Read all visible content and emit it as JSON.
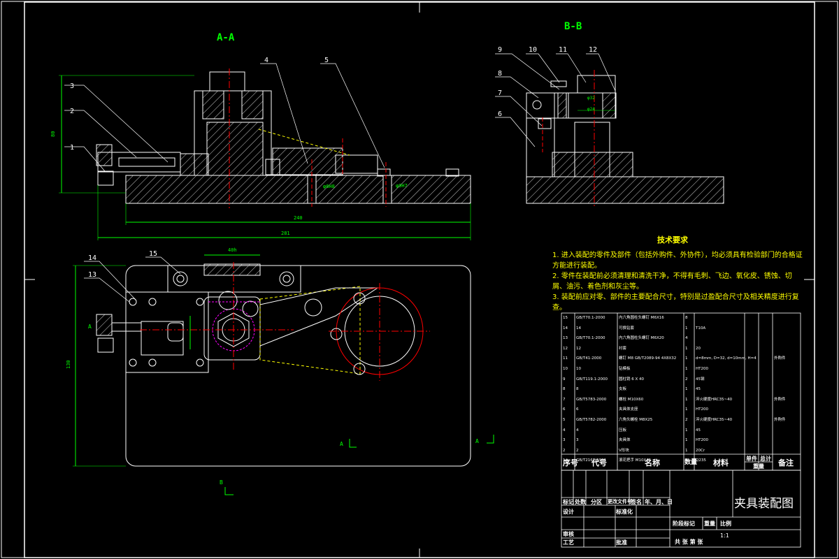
{
  "views": {
    "aa": "A-A",
    "bb": "B-B"
  },
  "dims": {
    "height": "80",
    "width_inner": "240",
    "width_total": "281",
    "width_side": "130",
    "top_small": "40h",
    "fit1": "φ6H8",
    "fit2": "φ9H7",
    "fit3": "φ32",
    "fit4": "φ24"
  },
  "balloons": [
    "1",
    "2",
    "3",
    "4",
    "5",
    "6",
    "7",
    "8",
    "9",
    "10",
    "11",
    "12",
    "13",
    "14",
    "15"
  ],
  "section_marks": {
    "a": "A",
    "b": "B"
  },
  "tech_req": {
    "title": "技术要求",
    "items": [
      "1. 进入装配的零件及部件（包括外购件、外协件），均必须具有检验部门的合格证方能进行装配。",
      "2. 零件在装配前必须清理和清洗干净，不得有毛刺、飞边、氧化皮、锈蚀、切屑、油污、着色剂和灰尘等。",
      "3. 装配前应对零、部件的主要配合尺寸，特别是过盈配合尺寸及相关精度进行复查。"
    ]
  },
  "bom": [
    {
      "no": "15",
      "code": "GB/T70.1-2000",
      "name": "内六角圆柱头螺钉 M6X16",
      "qty": "8",
      "mat": "",
      "note": ""
    },
    {
      "no": "14",
      "code": "14",
      "name": "可换钻套",
      "qty": "1",
      "mat": "T10A",
      "note": ""
    },
    {
      "no": "13",
      "code": "GB/T70.1-2000",
      "name": "内六角圆柱头螺钉 M6X20",
      "qty": "4",
      "mat": "",
      "note": ""
    },
    {
      "no": "12",
      "code": "12",
      "name": "衬套",
      "qty": "1",
      "mat": "20",
      "note": ""
    },
    {
      "no": "11",
      "code": "GB/T41-2000",
      "name": "螺钉 M8 GB/T2089-94 4X8X32",
      "qty": "1",
      "mat": "d=8mm, D=32, d=10mm, H=4",
      "note": "外购件"
    },
    {
      "no": "10",
      "code": "10",
      "name": "钻模板",
      "qty": "1",
      "mat": "HT200",
      "note": ""
    },
    {
      "no": "9",
      "code": "GB/T119.1-2000",
      "name": "圆柱销 6 X 40",
      "qty": "2",
      "mat": "45钢",
      "note": ""
    },
    {
      "no": "8",
      "code": "8",
      "name": "支板",
      "qty": "1",
      "mat": "45",
      "note": ""
    },
    {
      "no": "7",
      "code": "GB/T5783-2000",
      "name": "螺栓 M10X60",
      "qty": "1",
      "mat": "淬火硬度HRC35~40",
      "note": "外购件"
    },
    {
      "no": "6",
      "code": "6",
      "name": "夹具体支座",
      "qty": "1",
      "mat": "HT200",
      "note": ""
    },
    {
      "no": "5",
      "code": "GB/T5782-2000",
      "name": "六角头螺栓 M8X25",
      "qty": "2",
      "mat": "淬火硬度HRC35~40",
      "note": "外购件"
    },
    {
      "no": "4",
      "code": "4",
      "name": "压板",
      "qty": "1",
      "mat": "45",
      "note": ""
    },
    {
      "no": "3",
      "code": "3",
      "name": "夹具体",
      "qty": "1",
      "mat": "HT200",
      "note": ""
    },
    {
      "no": "2",
      "code": "2",
      "name": "V形块",
      "qty": "1",
      "mat": "20Cr",
      "note": ""
    },
    {
      "no": "1",
      "code": "GB/T2162-1991",
      "name": "滚花把手 M10X45",
      "qty": "1",
      "mat": "Q235",
      "note": ""
    }
  ],
  "bom_header": {
    "no": "序号",
    "code": "代号",
    "name": "名称",
    "qty": "数量",
    "mat": "材料",
    "weight_single": "单件",
    "weight_total": "总计",
    "weight": "重量",
    "note": "备注"
  },
  "title_block": {
    "drawing_name": "夹具装配图",
    "mark": "标记",
    "count": "处数",
    "zone": "分区",
    "change_doc": "更改文件号",
    "signature": "签名",
    "date": "年、月、日",
    "design": "设计",
    "standardize": "标准化",
    "stage_mark": "阶段标记",
    "weight": "重量",
    "scale": "比例",
    "scale_value": "1:1",
    "review": "审核",
    "process": "工艺",
    "approve": "批准",
    "sheets": "共  张  第  张"
  },
  "colors": {
    "outline": "#ffffff",
    "part": "#ffffff",
    "hatch": "#ffffff",
    "center": "#ff0000",
    "dim": "#00ff00",
    "hidden": "#ffff00",
    "label": "#00ff00",
    "text": "#ffff00",
    "magenta": "#ff00ff",
    "leader": "#ffffff"
  }
}
